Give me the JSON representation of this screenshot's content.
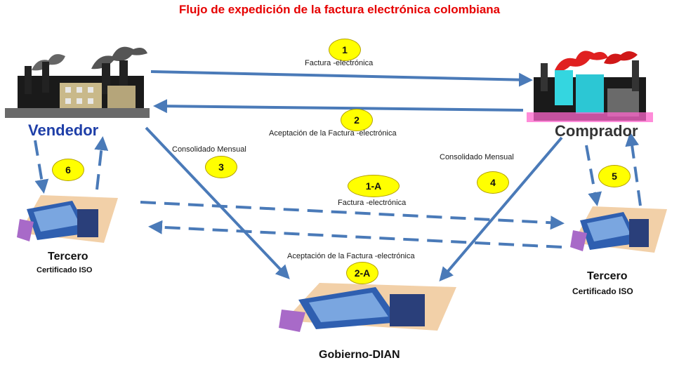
{
  "title": "Flujo de expedición de la factura electrónica colombiana",
  "nodes": {
    "vendedor": "Vendedor",
    "comprador": "Comprador",
    "tercero_left": {
      "name": "Tercero",
      "sub": "Certificado ISO"
    },
    "tercero_right": {
      "name": "Tercero",
      "sub": "Certificado ISO"
    },
    "gobierno": "Gobierno-DIAN"
  },
  "steps": [
    {
      "badge": "1",
      "label": "Factura -electrónica"
    },
    {
      "badge": "2",
      "label": "Aceptación de la Factura -electrónica"
    },
    {
      "badge": "3",
      "label": "Consolidado Mensual"
    },
    {
      "badge": "4",
      "label": "Consolidado Mensual"
    },
    {
      "badge": "5",
      "label": ""
    },
    {
      "badge": "6",
      "label": ""
    },
    {
      "badge": "1-A",
      "label": "Factura -electrónica"
    },
    {
      "badge": "2-A",
      "label": "Aceptación de la Factura -electrónica"
    }
  ],
  "colors": {
    "title": "#e60000",
    "arrow": "#4a7ab8",
    "badge": "#ffff00",
    "vendedor": "#1f3fa8",
    "comprador": "#333333"
  }
}
